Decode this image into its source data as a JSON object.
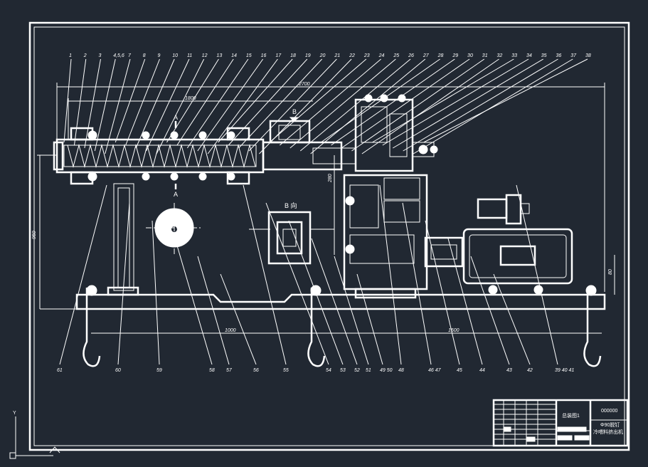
{
  "viewer": {
    "axis_y_label": "Y",
    "section_a_top": "A",
    "section_a_bottom": "A",
    "section_b_top": "B",
    "section_b_view": "B 向"
  },
  "dimensions": {
    "overall_length": "2700",
    "barrel_length": "1800",
    "height": "950",
    "gear_offset": "280",
    "motor_height": "80",
    "base_left": "1000",
    "base_right": "1500"
  },
  "part_numbers_top": [
    "1",
    "2",
    "3",
    "4,5,6",
    "7",
    "8",
    "9",
    "10",
    "11",
    "12",
    "13",
    "14",
    "15",
    "16",
    "17",
    "18",
    "19",
    "20",
    "21",
    "22",
    "23",
    "24",
    "25",
    "26",
    "27",
    "28",
    "29",
    "30",
    "31",
    "32",
    "33",
    "34",
    "35",
    "36",
    "37",
    "38"
  ],
  "part_numbers_bottom": [
    "61",
    "60",
    "59",
    "58",
    "57",
    "56",
    "55",
    "54",
    "53",
    "52",
    "51",
    "49 50",
    "48",
    "46 47",
    "45",
    "44",
    "43",
    "42",
    "39 40 41"
  ],
  "title_block": {
    "drawing_name": "总装图1",
    "drawing_code": "000000",
    "product_line1": "Φ90脱钉",
    "product_line2": "冷喂料挤出机"
  }
}
